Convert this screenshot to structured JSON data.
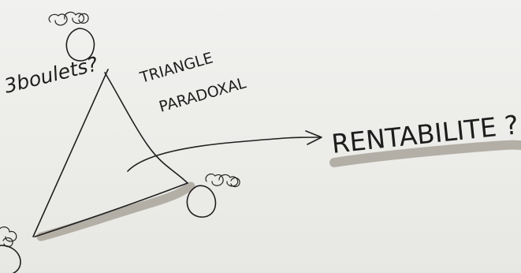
{
  "labels": {
    "question": "3boulets?",
    "title_line1": "TRIANGLE",
    "title_line2": "PARADOXAL",
    "outcome": "RENTABILITE ?!"
  },
  "colors": {
    "ink": "#1f1f1f",
    "highlight_brush": "#a9a49a",
    "paper": "#efefed"
  },
  "icons": {
    "ball_and_chain": "ball-and-chain-icon",
    "arrow": "arrow-icon"
  }
}
